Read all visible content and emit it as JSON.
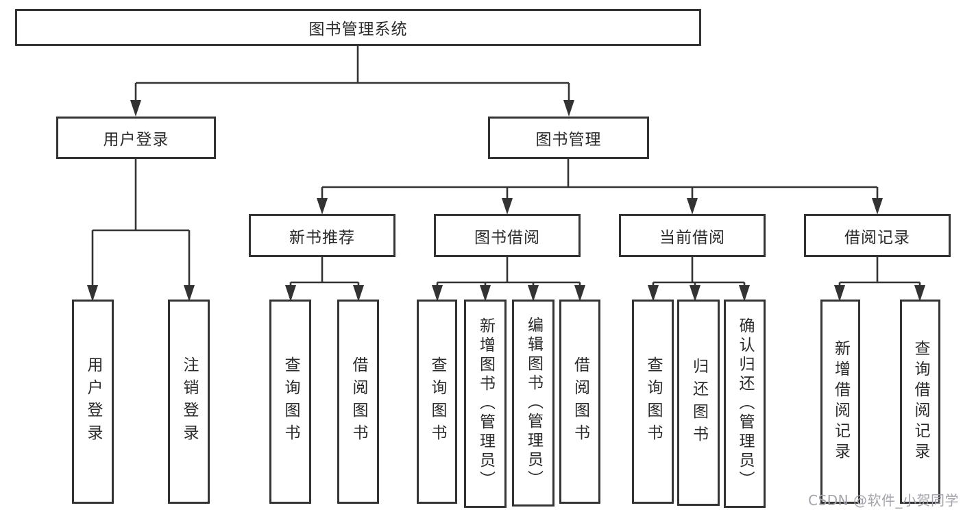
{
  "nodes": {
    "root": {
      "label": "图书管理系统"
    },
    "user_login": {
      "label": "用户登录"
    },
    "book_mgmt": {
      "label": "图书管理"
    },
    "new_book_rec": {
      "label": "新书推荐"
    },
    "book_borrow": {
      "label": "图书借阅"
    },
    "current_borrow": {
      "label": "当前借阅"
    },
    "borrow_records": {
      "label": "借阅记录"
    },
    "leaf_user_login": {
      "label": "用户登录"
    },
    "leaf_logout": {
      "label": "注销登录"
    },
    "leaf_nbr_query": {
      "label": "查询图书"
    },
    "leaf_nbr_borrow": {
      "label": "借阅图书"
    },
    "leaf_bb_query": {
      "label": "查询图书"
    },
    "leaf_bb_add": {
      "label": "新增图书（管理员）"
    },
    "leaf_bb_edit": {
      "label": "编辑图书（管理员）"
    },
    "leaf_bb_borrow": {
      "label": "借阅图书"
    },
    "leaf_cb_query": {
      "label": "查询图书"
    },
    "leaf_cb_return": {
      "label": "归还图书"
    },
    "leaf_cb_confirm": {
      "label": "确认归还（管理员）"
    },
    "leaf_br_add": {
      "label": "新增借阅记录"
    },
    "leaf_br_query": {
      "label": "查询借阅记录"
    }
  },
  "watermark": {
    "text": "CSDN @软件_小贺同学"
  },
  "colors": {
    "line": "#333333",
    "text": "#2b2b2b",
    "box-bg": "#ffffff",
    "background": "#ffffff",
    "watermark": "#a2a2aa"
  }
}
